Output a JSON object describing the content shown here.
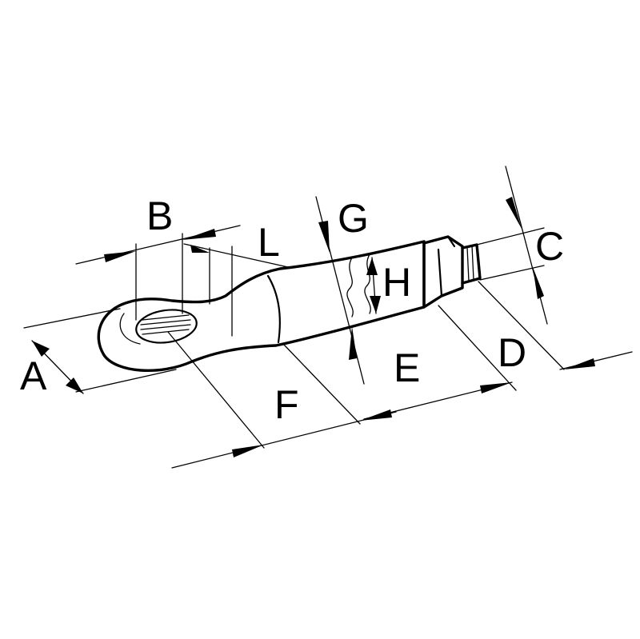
{
  "labels": {
    "a": "A",
    "b": "B",
    "c": "C",
    "d": "D",
    "e": "E",
    "f": "F",
    "g": "G",
    "h": "H",
    "l": "L"
  },
  "colors": {
    "line": "#000000",
    "background": "#ffffff"
  }
}
